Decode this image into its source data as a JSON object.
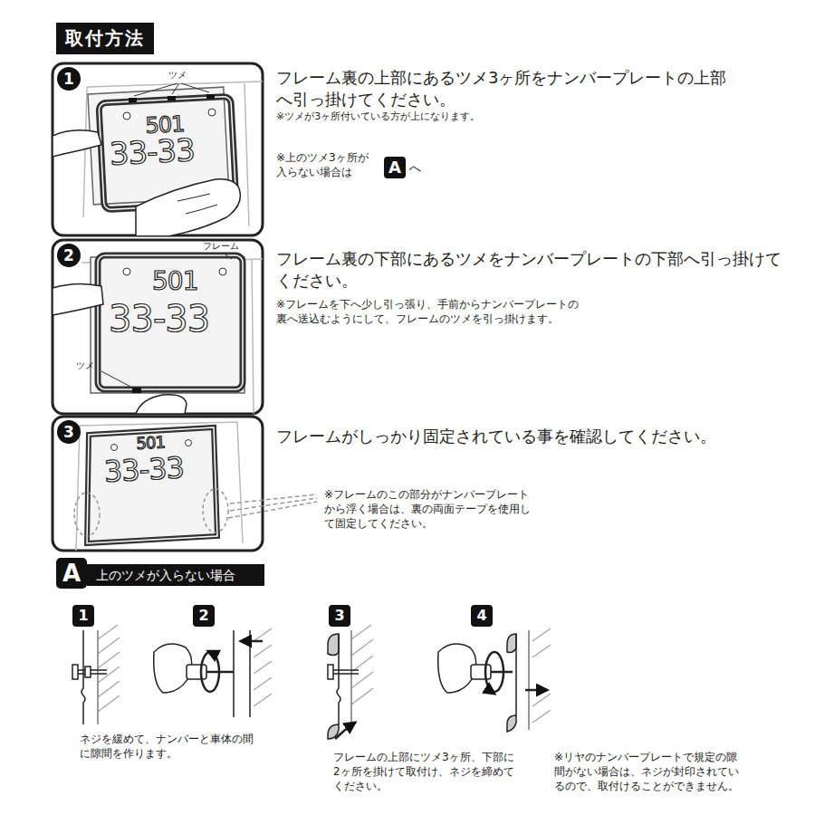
{
  "diagram": {
    "title": "取付方法",
    "nodes": [
      {
        "text": [
          "1"
        ]
      },
      {
        "text": [
          "A"
        ]
      },
      {
        "text": [
          "2"
        ]
      },
      {
        "text": [
          "3"
        ]
      },
      {
        "text": [
          "A"
        ]
      },
      {
        "text": [
          "上のツメが入らない場合"
        ]
      },
      {
        "text": [
          "1"
        ]
      },
      {
        "text": [
          "2"
        ]
      },
      {
        "text": [
          "3"
        ]
      },
      {
        "text": [
          "4"
        ]
      }
    ],
    "labels": [
      "ツメ",
      "501",
      "33-33",
      "フレーム裏の上部にあるツメ3ヶ所をナンバープレートの上部へ引っ掛けてください。",
      "※ツメが3ヶ所付いている方が上になります。",
      "※上のツメ3ヶ所が入らない場合は",
      "へ",
      "フレーム",
      "501",
      "33-33",
      "ツメ",
      "フレーム裏の下部にあるツメをナンバープレートの下部へ引っ掛けてください。",
      "※フレームを下へ少し引っ張り、手前からナンバープレートの裏へ送込むようにして、フレームのツメを引っ掛けます。",
      "501",
      "33-33",
      "フレームがしっかり固定されている事を確認してください。",
      "※フレームのこの部分がナンバープレートから浮く場合は、裏の両面テープを使用して固定してください。",
      "ネジを緩めて、ナンバーと車体の間に隙間を作ります。",
      "フレームの上部にツメ3ヶ所、下部に2ヶ所を掛けて取付け、ネジを締めてください。",
      "※リヤのナンバープレートで規定の隙間がない場合は、ネジが封印されているので、取付けることができません。"
    ]
  }
}
